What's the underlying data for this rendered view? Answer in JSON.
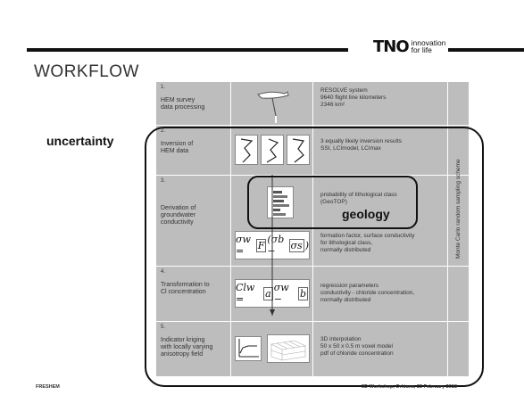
{
  "brand": {
    "logo_text": "TNO",
    "tagline": "innovation\nfor life"
  },
  "slide": {
    "title": "WORKFLOW",
    "uncertainty_label": "uncertainty",
    "geology_label": "geology"
  },
  "workflow": {
    "side_label": "Monte Carlo random sampling scheme",
    "steps": [
      {
        "num": "1.",
        "label": "HEM survey\ndata processing",
        "desc": "RESOLVE system\n9640 flight line kilometers\n2346 km²"
      },
      {
        "num": "2.",
        "label": "Inversion of\nHEM data",
        "desc": "3 equally likely inversion results\nSSI, LCImodel, LCImax"
      },
      {
        "num": "3.",
        "label": "Derivation of\ngroundwater\nconductivity",
        "desc": "probability of lithological class\n(GeoTOP)",
        "desc2": "formation factor, surface conductivity\nfor lithological class,\nnormally distributed"
      },
      {
        "num": "4.",
        "label": "Transformation to\nCl concentration",
        "desc": "regression parameters\nconductivity - chloride concentration,\nnormally distributed"
      },
      {
        "num": "5.",
        "label": "Indicator kriging\nwith locally varying\nanisotropy field",
        "desc": "3D interpolation\n50 x 50 x 0.5 m voxel model\npdf of chloride concentration"
      }
    ],
    "formula1": {
      "lhs": "σw = ",
      "F": "F",
      "mid": "(σb − ",
      "sigma_s": "σs",
      "end": ")"
    },
    "formula2": {
      "lhs": "Clw = ",
      "a": "a",
      "mid": "σw − ",
      "b": "b"
    }
  },
  "footer": {
    "left": "FRESHEM",
    "right": "3D Workshop, Orléans, 23 February 2018"
  }
}
